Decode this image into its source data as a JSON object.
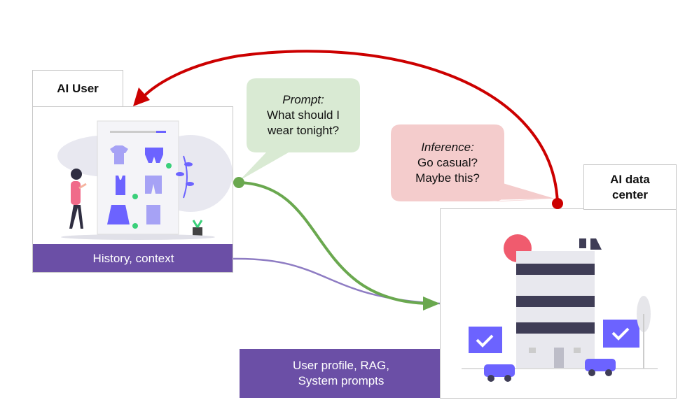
{
  "ai_user": {
    "title": "AI User",
    "bar_label": "History, context"
  },
  "data_center": {
    "title_line1": "AI data",
    "title_line2": "center"
  },
  "prompt_bubble": {
    "heading": "Prompt:",
    "line1": "What should I",
    "line2": "wear tonight?"
  },
  "inference_bubble": {
    "heading": "Inference:",
    "line1": "Go casual?",
    "line2": "Maybe this?"
  },
  "context_box": {
    "line1": "User profile, RAG,",
    "line2": "System prompts"
  },
  "colors": {
    "purple": "#6b4fa6",
    "green": "#6aa84f",
    "red": "#cc0000",
    "prompt_bubble": "#d9ead3",
    "inference_bubble": "#f4cccc",
    "illustration_accent": "#6c63ff"
  }
}
